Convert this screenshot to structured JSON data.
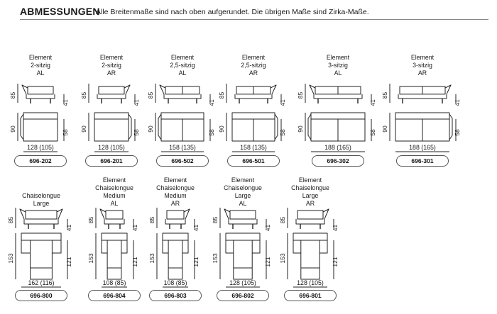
{
  "header": {
    "title": "ABMESSUNGEN",
    "note": "Alle Breitenmaße sind nach oben aufgerundet. Die übrigen Maße sind Zirka-Maße."
  },
  "elements": [
    {
      "code": "696-202",
      "title_lines": [
        "Element",
        "2-sitzig",
        "AL"
      ],
      "back_height": "85",
      "seat_height": "41",
      "depth": "90",
      "seat_depth": "58",
      "width": "128 (105)"
    },
    {
      "code": "696-201",
      "title_lines": [
        "Element",
        "2-sitzig",
        "AR"
      ],
      "back_height": "85",
      "seat_height": "41",
      "depth": "90",
      "seat_depth": "58",
      "width": "128 (105)"
    },
    {
      "code": "696-502",
      "title_lines": [
        "Element",
        "2,5-sitzig",
        "AL"
      ],
      "back_height": "85",
      "seat_height": "41",
      "depth": "90",
      "seat_depth": "58",
      "width": "158 (135)"
    },
    {
      "code": "696-501",
      "title_lines": [
        "Element",
        "2,5-sitzig",
        "AR"
      ],
      "back_height": "85",
      "seat_height": "41",
      "depth": "90",
      "seat_depth": "58",
      "width": "158 (135)"
    },
    {
      "code": "696-302",
      "title_lines": [
        "Element",
        "3-sitzig",
        "AL"
      ],
      "back_height": "85",
      "seat_height": "41",
      "depth": "90",
      "seat_depth": "58",
      "width": "188 (165)"
    },
    {
      "code": "696-301",
      "title_lines": [
        "Element",
        "3-sitzig",
        "AR"
      ],
      "back_height": "85",
      "seat_height": "41",
      "depth": "90",
      "seat_depth": "58",
      "width": "188 (165)"
    },
    {
      "code": "696-800",
      "title_lines": [
        "Chaiselongue",
        "Large"
      ],
      "back_height": "85",
      "seat_height": "41",
      "depth": "153",
      "seat_depth": "121",
      "width": "162 (116)"
    },
    {
      "code": "696-804",
      "title_lines": [
        "Element",
        "Chaiselongue",
        "Medium",
        "AL"
      ],
      "back_height": "85",
      "seat_height": "41",
      "depth": "153",
      "seat_depth": "121",
      "width": "108 (85)"
    },
    {
      "code": "696-803",
      "title_lines": [
        "Element",
        "Chaiselongue",
        "Medium",
        "AR"
      ],
      "back_height": "85",
      "seat_height": "41",
      "depth": "153",
      "seat_depth": "121",
      "width": "108 (85)"
    },
    {
      "code": "696-802",
      "title_lines": [
        "Element",
        "Chaiselongue",
        "Large",
        "AL"
      ],
      "back_height": "85",
      "seat_height": "41",
      "depth": "153",
      "seat_depth": "121",
      "width": "128 (105)"
    },
    {
      "code": "696-801",
      "title_lines": [
        "Element",
        "Chaiselongue",
        "Large",
        "AR"
      ],
      "back_height": "85",
      "seat_height": "41",
      "depth": "153",
      "seat_depth": "121",
      "width": "128 (105)"
    }
  ]
}
